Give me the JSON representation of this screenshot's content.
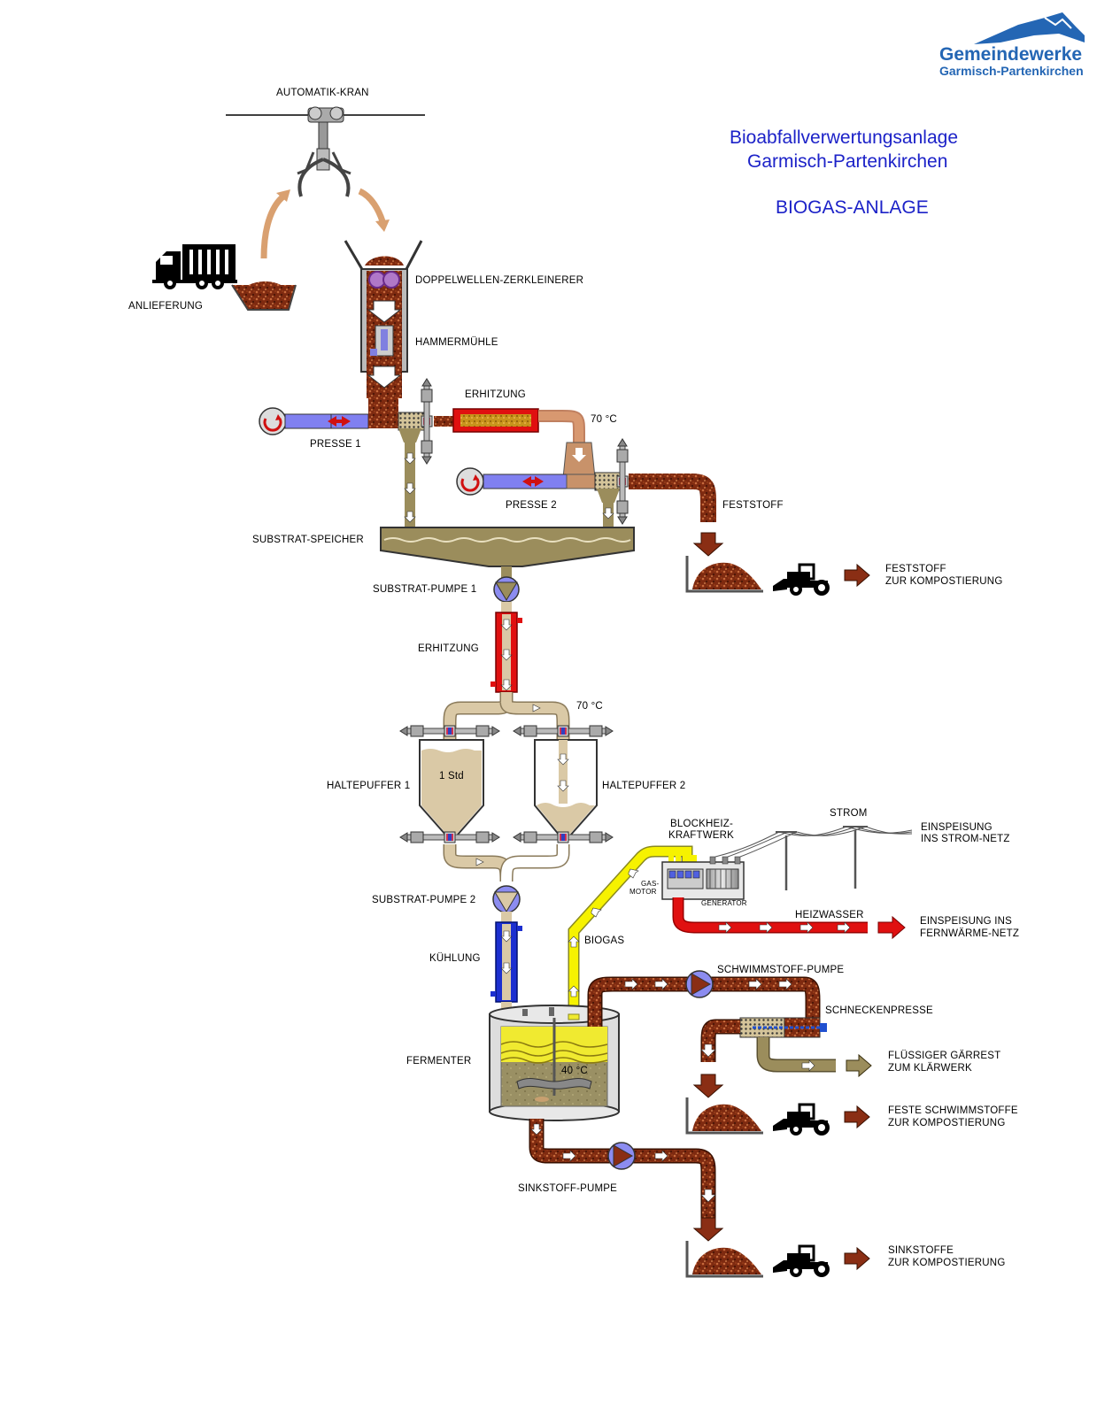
{
  "title": {
    "line1": "Bioabfallverwertungsanlage",
    "line2": "Garmisch-Partenkirchen",
    "subtitle": "BIOGAS-ANLAGE"
  },
  "logo": {
    "line1": "Gemeindewerke",
    "line2": "Garmisch-Partenkirchen"
  },
  "labels": {
    "automatik_kran": "AUTOMATIK-KRAN",
    "anlieferung": "ANLIEFERUNG",
    "doppelwellen": "DOPPELWELLEN-ZERKLEINERER",
    "hammermuehle": "HAMMERMÜHLE",
    "erhitzung_top": "ERHITZUNG",
    "temp_top": "70 °C",
    "presse1": "PRESSE 1",
    "presse2": "PRESSE 2",
    "feststoff": "FESTSTOFF",
    "substrat_speicher": "SUBSTRAT-SPEICHER",
    "substrat_pumpe1": "SUBSTRAT-PUMPE 1",
    "feststoff_kompost_1": "FESTSTOFF",
    "feststoff_kompost_2": "ZUR KOMPOSTIERUNG",
    "erhitzung_mid": "ERHITZUNG",
    "temp_mid": "70 °C",
    "haltepuffer1": "HALTEPUFFER 1",
    "haltepuffer2": "HALTEPUFFER 2",
    "one_std": "1 Std",
    "blockheiz_1": "BLOCKHEIZ-",
    "blockheiz_2": "KRAFTWERK",
    "strom": "STROM",
    "einspeisung_strom_1": "EINSPEISUNG",
    "einspeisung_strom_2": "INS STROM-NETZ",
    "gas_motor_1": "GAS-",
    "gas_motor_2": "MOTOR",
    "generator": "GENERATOR",
    "heizwasser": "HEIZWASSER",
    "einspeisung_fern_1": "EINSPEISUNG INS",
    "einspeisung_fern_2": "FERNWÄRME-NETZ",
    "substrat_pumpe2": "SUBSTRAT-PUMPE 2",
    "kuehlung": "KÜHLUNG",
    "biogas": "BIOGAS",
    "schwimmstoff_pumpe": "SCHWIMMSTOFF-PUMPE",
    "schneckenpresse": "SCHNECKENPRESSE",
    "fermenter": "FERMENTER",
    "temp_ferm": "40 °C",
    "fluessig_1": "FLÜSSIGER GÄRREST",
    "fluessig_2": "ZUM KLÄRWERK",
    "feste_schwimm_1": "FESTE SCHWIMMSTOFFE",
    "feste_schwimm_2": "ZUR KOMPOSTIERUNG",
    "sinkstoff_pumpe": "SINKSTOFF-PUMPE",
    "sinkstoffe_1": "SINKSTOFFE",
    "sinkstoffe_2": "ZUR KOMPOSTIERUNG"
  },
  "colors": {
    "title_blue": "#1c22c8",
    "logo_blue": "#2466b4",
    "substrate_brown": "#8a2e14",
    "olive_liquid": "#9b8d5c",
    "heating_red": "#e01010",
    "cooling_blue": "#1c2fd0",
    "biogas_yellow": "#f6f200",
    "beige_pipe": "#dac9a6",
    "pump_blue": "#8c8cf0"
  }
}
